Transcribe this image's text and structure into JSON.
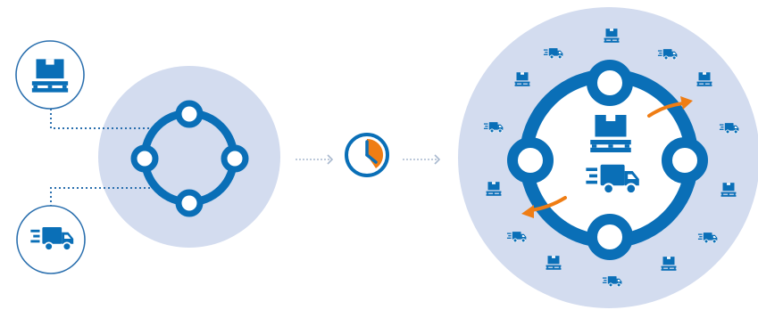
{
  "colors": {
    "primary_blue": "#0a6fb7",
    "light_circle": "#d3dcef",
    "connector_blue": "#2a6fae",
    "arrow_gray": "#a9b9cf",
    "accent_orange": "#ef7d14",
    "white": "#ffffff"
  },
  "left_panel": {
    "input_icons": [
      "pallet-box-icon",
      "delivery-truck-icon"
    ],
    "network_node_count": 4
  },
  "middle": {
    "icon": "clock-icon",
    "flow_arrows": 2
  },
  "right_panel": {
    "center_icons": [
      "pallet-box-icon",
      "delivery-truck-icon"
    ],
    "network_node_count": 4,
    "outgoing_arrows": 2,
    "scattered_icons": [
      "pallet-box-icon",
      "delivery-truck-icon",
      "delivery-truck-icon",
      "pallet-box-icon",
      "delivery-truck-icon",
      "pallet-box-icon",
      "delivery-truck-icon",
      "pallet-box-icon",
      "delivery-truck-icon",
      "pallet-box-icon",
      "delivery-truck-icon",
      "pallet-box-icon",
      "delivery-truck-icon",
      "delivery-truck-icon"
    ]
  }
}
